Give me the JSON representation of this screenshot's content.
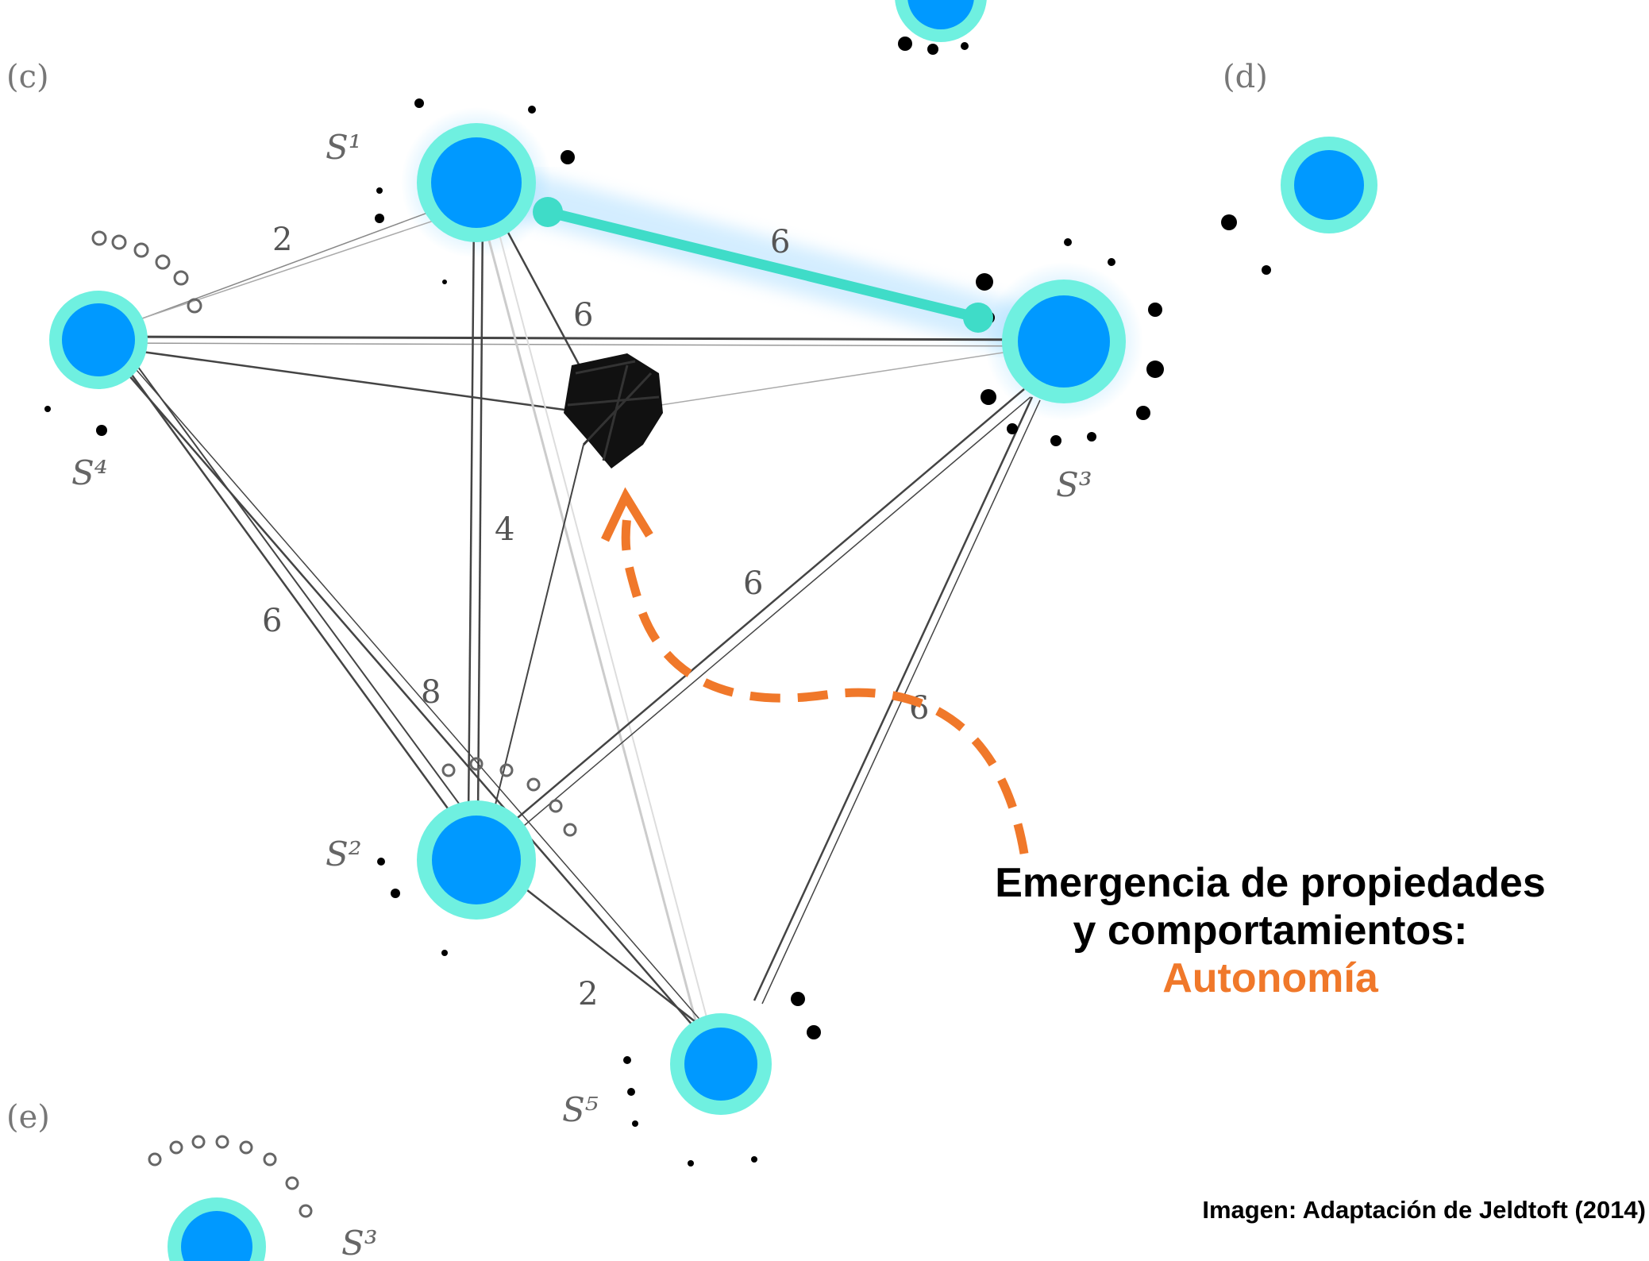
{
  "panels": {
    "c": "(c)",
    "d": "(d)",
    "e": "(e)"
  },
  "species": {
    "s1": "S¹",
    "s2": "S²",
    "s3": "S³",
    "s4": "S⁴",
    "s5": "S⁵",
    "s3_small": "S³"
  },
  "edge_labels": {
    "e_s4_s1": "2",
    "e_s1_s3": "6",
    "e_mid_top": "6",
    "e_s1_s2": "4",
    "e_s4_s2": "6",
    "e_s4_s2_b": "8",
    "e_s2_s3": "6",
    "e_s5_s3": "6",
    "e_s2_s5": "2"
  },
  "caption": {
    "line1": "Emergencia de propiedades",
    "line2": "y comportamientos:",
    "accent": "Autonomía"
  },
  "credit": "Imagen: Adaptación de Jeldtoft (2014)",
  "colors": {
    "node_fill": "#0099ff",
    "node_ring": "#6ff0e0",
    "highlight_link": "#3fdcc8",
    "arrow": "#f0782a",
    "background": "#ffffff"
  },
  "icons": {
    "node": "circle-node-icon",
    "blob": "emergent-cluster-icon",
    "arrow": "dashed-curved-arrow-icon"
  }
}
